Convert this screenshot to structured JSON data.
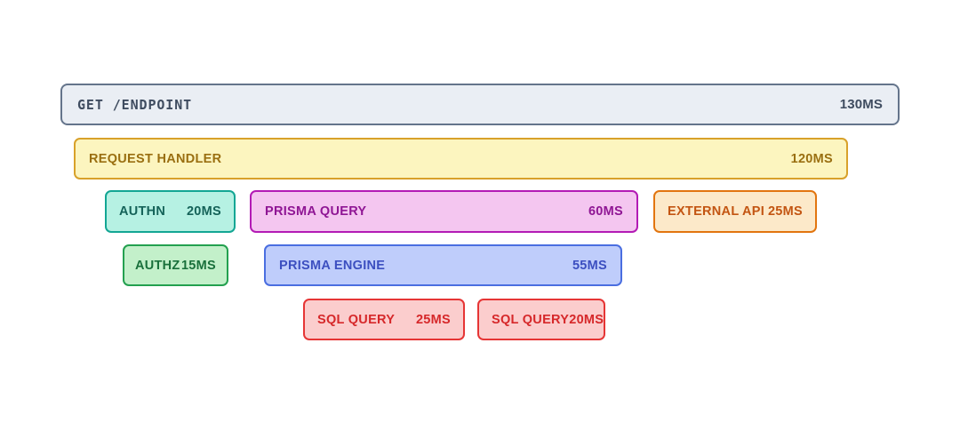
{
  "chart_data": {
    "type": "bar",
    "title": "",
    "subtitle": "",
    "xlabel": "",
    "ylabel": "",
    "unit": "MS",
    "grid": false,
    "legend": "none",
    "spans": [
      {
        "id": "root",
        "label": "GET /ENDPOINT",
        "duration": "130MS",
        "value": 130,
        "depth": 0,
        "row": 1,
        "color_fill": "#eaeef4",
        "color_border": "#64748b",
        "color_text": "#3f4c60"
      },
      {
        "id": "request-handler",
        "label": "REQUEST HANDLER",
        "duration": "120MS",
        "value": 120,
        "depth": 1,
        "row": 2,
        "color_fill": "#fcf5bf",
        "color_border": "#d8a12a",
        "color_text": "#9a6f11"
      },
      {
        "id": "authn",
        "label": "AUTHN",
        "duration": "20MS",
        "value": 20,
        "depth": 2,
        "row": 3,
        "color_fill": "#b6f1e3",
        "color_border": "#13a694",
        "color_text": "#156359"
      },
      {
        "id": "prisma-query",
        "label": "PRISMA QUERY",
        "duration": "60MS",
        "value": 60,
        "depth": 2,
        "row": 3,
        "color_fill": "#f4c6f0",
        "color_border": "#b31bb5",
        "color_text": "#8f1694"
      },
      {
        "id": "external-api",
        "label": "EXTERNAL API",
        "duration": "25MS",
        "value": 25,
        "depth": 2,
        "row": 3,
        "color_fill": "#fce9c9",
        "color_border": "#e2750f",
        "color_text": "#c35512"
      },
      {
        "id": "authz",
        "label": "AUTHZ",
        "duration": "15MS",
        "value": 15,
        "depth": 3,
        "row": 4,
        "color_fill": "#c3f0ca",
        "color_border": "#23a04f",
        "color_text": "#19703b"
      },
      {
        "id": "prisma-engine",
        "label": "PRISMA ENGINE",
        "duration": "55MS",
        "value": 55,
        "depth": 3,
        "row": 4,
        "color_fill": "#bfcdfb",
        "color_border": "#4a6ee0",
        "color_text": "#3c4fc0"
      },
      {
        "id": "sql-query-1",
        "label": "SQL QUERY",
        "duration": "25MS",
        "value": 25,
        "depth": 4,
        "row": 5,
        "color_fill": "#fbcdcd",
        "color_border": "#e63535",
        "color_text": "#d6282a"
      },
      {
        "id": "sql-query-2",
        "label": "SQL QUERY",
        "duration": "20MS",
        "value": 20,
        "depth": 4,
        "row": 5,
        "color_fill": "#fbcdcd",
        "color_border": "#e63535",
        "color_text": "#d6282a"
      }
    ]
  },
  "trace": {
    "root": {
      "label": "GET /ENDPOINT",
      "duration": "130MS"
    },
    "request_handler": {
      "label": "REQUEST HANDLER",
      "duration": "120MS"
    },
    "authn": {
      "label": "AUTHN",
      "duration": "20MS"
    },
    "prisma_query": {
      "label": "PRISMA QUERY",
      "duration": "60MS"
    },
    "external_api": {
      "label": "EXTERNAL API",
      "duration": "25MS"
    },
    "authz": {
      "label": "AUTHZ",
      "duration": "15MS"
    },
    "prisma_engine": {
      "label": "PRISMA ENGINE",
      "duration": "55MS"
    },
    "sql_query_1": {
      "label": "SQL QUERY",
      "duration": "25MS"
    },
    "sql_query_2": {
      "label": "SQL QUERY",
      "duration": "20MS"
    }
  }
}
